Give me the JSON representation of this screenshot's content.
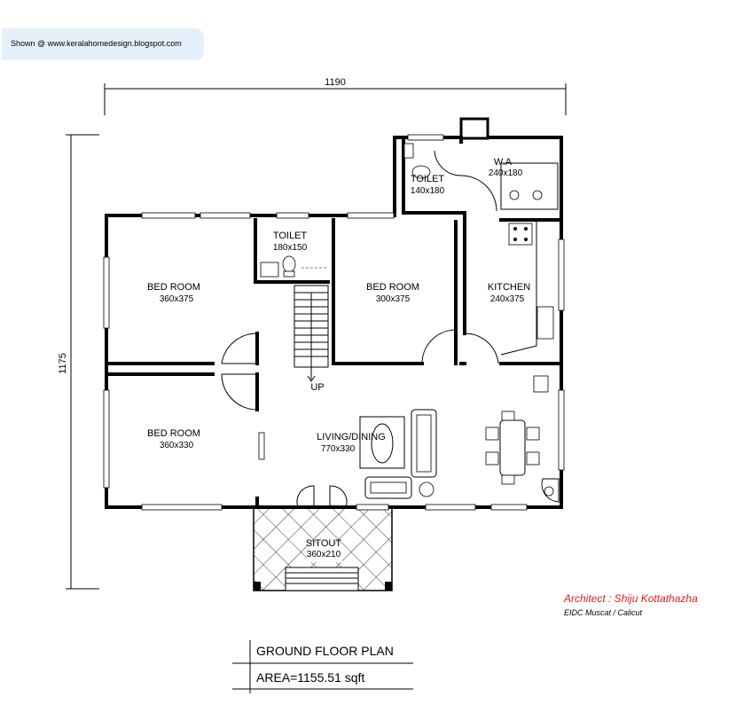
{
  "source": {
    "text": "Shown @  www.keralahomedesign.blogspot.com"
  },
  "dimensions": {
    "width": "1190",
    "height": "1175"
  },
  "rooms": {
    "bed_room_1": {
      "name": "BED ROOM",
      "size": "360x375"
    },
    "bed_room_2": {
      "name": "BED ROOM",
      "size": "360x330"
    },
    "bed_room_3": {
      "name": "BED ROOM",
      "size": "300x375"
    },
    "toilet_1": {
      "name": "TOILET",
      "size": "180x150"
    },
    "toilet_2": {
      "name": "TOILET",
      "size": "140x180"
    },
    "wa": {
      "name": "W.A",
      "size": "240x180"
    },
    "kitchen": {
      "name": "KITCHEN",
      "size": "240x375"
    },
    "living": {
      "name": "LIVING/DINING",
      "size": "770x330"
    },
    "sitout": {
      "name": "SITOUT",
      "size": "360x210"
    }
  },
  "stair": {
    "label": "UP"
  },
  "credits": {
    "architect": "Architect : Shiju Kottathazha",
    "firm": "EIDC Muscat / Calicut"
  },
  "title_block": {
    "title": "GROUND FLOOR PLAN",
    "area": "AREA=1155.51 sqft"
  },
  "colors": {
    "architect_text": "#e41b1b",
    "badge_bg": "#e6f0fb"
  }
}
